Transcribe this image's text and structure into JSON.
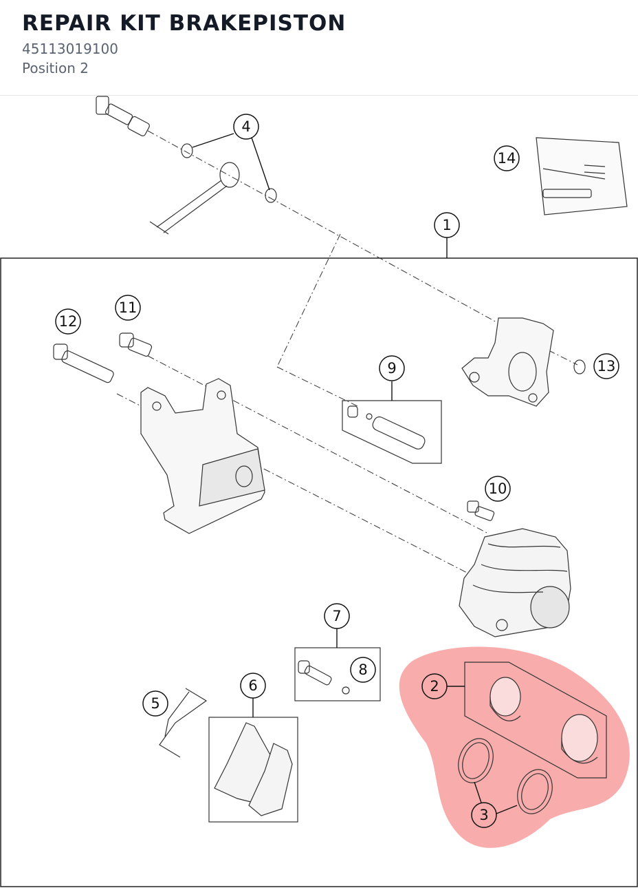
{
  "header": {
    "title": "REPAIR KIT BRAKEPISTON",
    "part_number": "45113019100",
    "position": "Position 2"
  },
  "diagram": {
    "highlight_color": "#f58c8c",
    "highlighted_items": [
      "2",
      "3"
    ],
    "callouts": [
      "1",
      "2",
      "3",
      "4",
      "5",
      "6",
      "7",
      "8",
      "9",
      "10",
      "11",
      "12",
      "13",
      "14"
    ]
  }
}
